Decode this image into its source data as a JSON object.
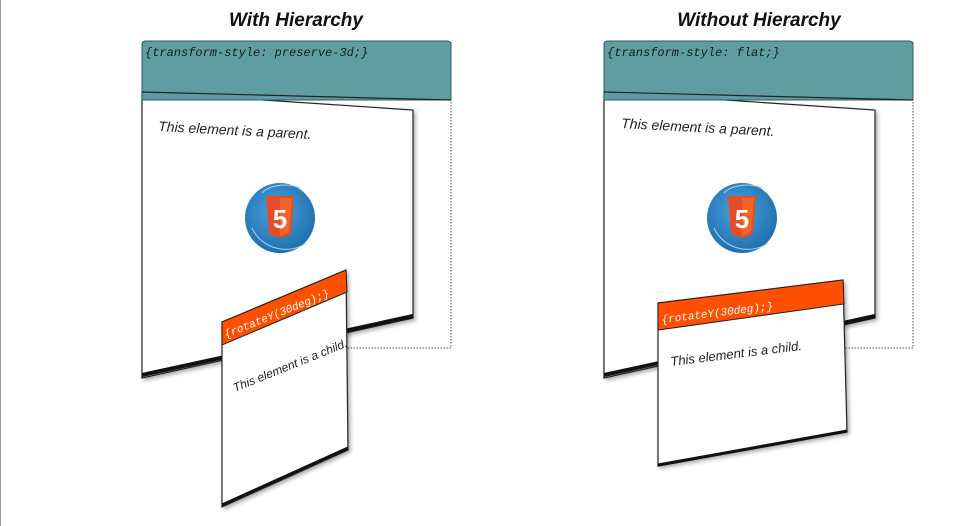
{
  "panels": {
    "left": {
      "title": "With Hierarchy",
      "code": "{transform-style: preserve-3d;}",
      "parent_text": "This element is a parent.",
      "child_code": "{rotateY(30deg);}",
      "child_text": "This element is a child."
    },
    "right": {
      "title": "Without Hierarchy",
      "code": "{transform-style: flat;}",
      "parent_text": "This element is a parent.",
      "child_code": "{rotateY(30deg);}",
      "child_text": "This element is a child."
    }
  },
  "logo": {
    "number": "5",
    "icon": "html5-logo-icon"
  },
  "colors": {
    "header_fill": "#5e9ea0",
    "child_header_fill": "#ff4f00",
    "logo_circle": "#2b82c2",
    "logo_shield": "#e44d26",
    "logo_shield_light": "#f16529"
  }
}
